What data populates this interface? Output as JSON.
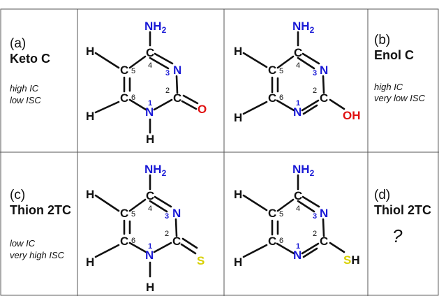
{
  "panels": [
    {
      "letter": "(a)",
      "name": "Keto C",
      "note1": "high IC",
      "note2": "low ISC"
    },
    {
      "letter": "(b)",
      "name": "Enol C",
      "note1": "high IC",
      "note2": "very low ISC"
    },
    {
      "letter": "(c)",
      "name": "Thion 2TC",
      "note1": "low IC",
      "note2": "very high ISC"
    },
    {
      "letter": "(d)",
      "name": "Thiol 2TC",
      "question": "?"
    }
  ],
  "atoms": {
    "C": "C",
    "N": "N",
    "H": "H",
    "O": "O",
    "S": "S",
    "OH": "OH",
    "SH": "S",
    "NH": "NH",
    "sub2": "2",
    "n1": "1",
    "n2": "2",
    "n3": "3",
    "n4": "4",
    "n5": "5",
    "n6": "6"
  },
  "colors": {
    "nitrogen": "#1a1ad6",
    "oxygen": "#e01010",
    "sulfur": "#d8d000",
    "border": "#555555"
  }
}
